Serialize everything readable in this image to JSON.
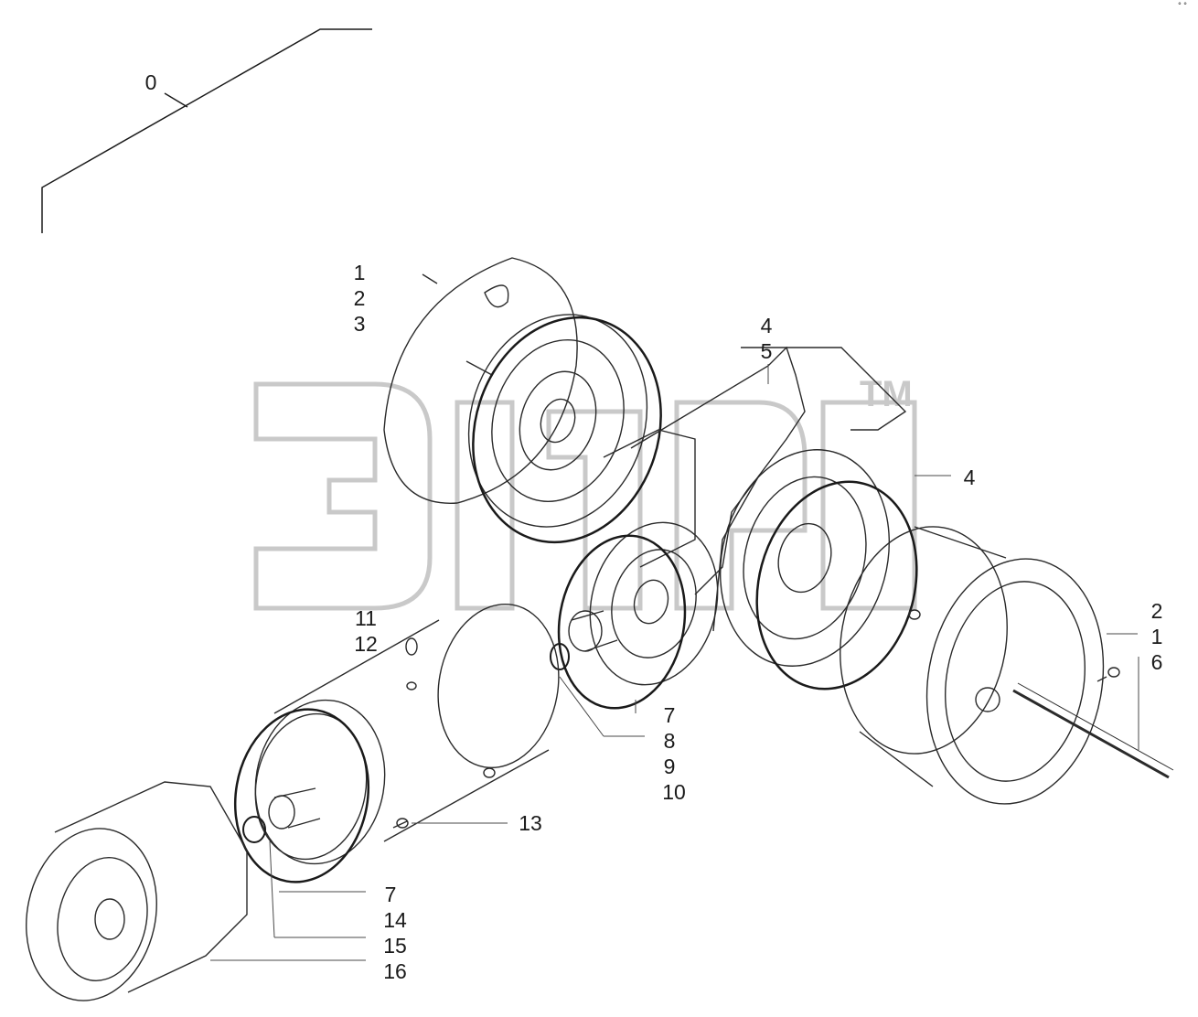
{
  "watermark": {
    "text": "ЭПЕ",
    "trademark": "TM"
  },
  "corner_mark": "° °",
  "callouts": [
    "0",
    "1",
    "2",
    "3",
    "4",
    "5",
    "4",
    "2",
    "1",
    "6",
    "11",
    "12",
    "7",
    "8",
    "9",
    "10",
    "13",
    "7",
    "14",
    "15",
    "16"
  ],
  "colors": {
    "line": "#1a1a1a",
    "part_stroke": "#2a2a2a",
    "watermark": "#c9c9c9",
    "background": "#ffffff"
  }
}
